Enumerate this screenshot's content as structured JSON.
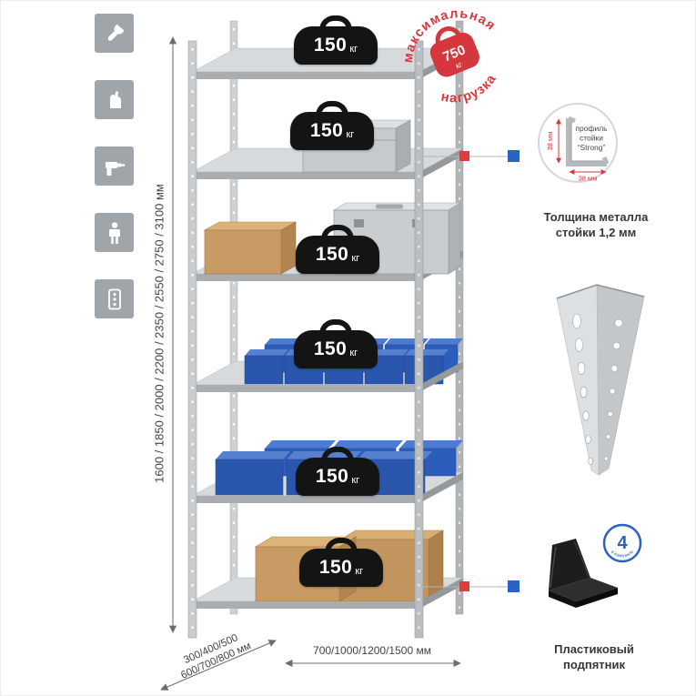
{
  "canvas": {
    "bg": "#ffffff"
  },
  "feature_icons": [
    {
      "name": "wrench-icon"
    },
    {
      "name": "glove-icon"
    },
    {
      "name": "drill-icon"
    },
    {
      "name": "person-icon"
    },
    {
      "name": "level-icon"
    }
  ],
  "dimensions": {
    "height_label": "1600 / 1850 / 2000 / 2200 / 2350 / 2550 / 2750 / 3100 мм",
    "depth_line1": "300/400/500",
    "depth_line2": "600/700/800 мм",
    "width_label": "700/1000/1200/1500 мм"
  },
  "shelves": {
    "count": 6,
    "load_value": "150",
    "load_unit": "кг"
  },
  "stamp": {
    "arc_top": "максимальная",
    "arc_bottom": "нагрузка",
    "value": "750",
    "unit": "кг",
    "color": "#d6363e"
  },
  "profile": {
    "line1": "профиль",
    "line2": "стойки",
    "line3": "“Strong”",
    "dim_side": "38 мм",
    "dim_bottom": "38 мм",
    "caption1": "Толщина металла",
    "caption2": "стойки 1,2 мм"
  },
  "foot": {
    "badge_value": "4",
    "badge_text": "в комплекте",
    "caption1": "Пластиковый",
    "caption2": "подпятник"
  },
  "colors": {
    "accent_red": "#d6363e",
    "accent_blue": "#2b63c4",
    "metal": "#c6cacd",
    "bin_blue": "#2d5dbc",
    "box_brown": "#c99b64"
  }
}
